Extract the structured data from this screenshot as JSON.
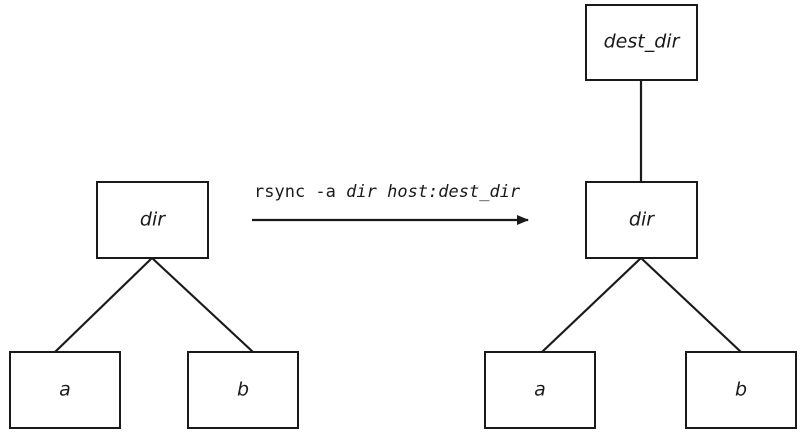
{
  "diagram": {
    "source_tree": {
      "root": "dir",
      "children": [
        "a",
        "b"
      ]
    },
    "command": {
      "prefix": "rsync -a ",
      "source_arg": "dir",
      "dest_arg": "host:dest_dir"
    },
    "destination_tree": {
      "parent": "dest_dir",
      "root": "dir",
      "children": [
        "a",
        "b"
      ]
    }
  },
  "colors": {
    "stroke": "#1a1a1a",
    "background": "#ffffff"
  }
}
